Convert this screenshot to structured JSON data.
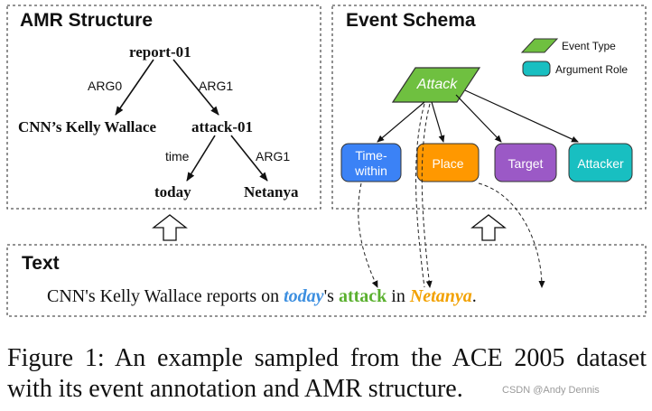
{
  "amr_panel": {
    "title": "AMR Structure",
    "nodes": {
      "report": "report-01",
      "kelly": "CNN’s Kelly Wallace",
      "attack": "attack-01",
      "today": "today",
      "netanya": "Netanya"
    },
    "edges": {
      "arg0": "ARG0",
      "arg1_top": "ARG1",
      "time": "time",
      "arg1_bottom": "ARG1"
    }
  },
  "schema_panel": {
    "title": "Event Schema",
    "legend": {
      "event_type": "Event Type",
      "argument_role": "Argument Role"
    },
    "event": "Attack",
    "roles": {
      "time_within_1": "Time-",
      "time_within_2": "within",
      "place": "Place",
      "target": "Target",
      "attacker": "Attacker"
    }
  },
  "text_panel": {
    "title": "Text",
    "sentence": {
      "prefix": "CNN's Kelly Wallace reports on ",
      "today": "today",
      "possessive": "'s ",
      "attack": "attack",
      "in": " in ",
      "netanya": "Netanya",
      "period": "."
    }
  },
  "caption": "Figure 1: An example sampled from the ACE 2005 dataset with its event annotation and AMR structure.",
  "watermark": "CSDN @Andy Dennis",
  "colors": {
    "event_green": "#6fc040",
    "time_blue": "#3b82f6",
    "place_orange": "#ff9800",
    "target_purple": "#9b59c6",
    "attacker_teal": "#18bfc1",
    "today_text": "#3d8fe0",
    "attack_text": "#5ab02e",
    "netanya_text": "#f2a100"
  }
}
